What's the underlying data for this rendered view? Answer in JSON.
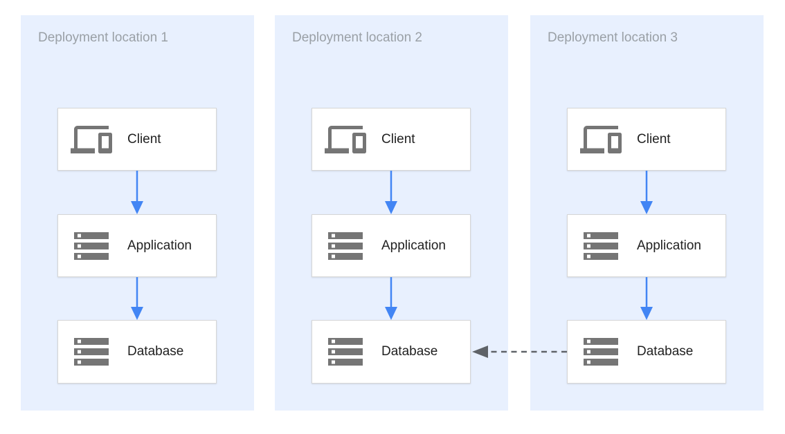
{
  "colors": {
    "canvas_bg": "#ffffff",
    "panel_bg": "#e8f0fe",
    "panel_title_gray": "#9aa0a6",
    "node_bg": "#ffffff",
    "node_border": "#d6d6d6",
    "node_label": "#212121",
    "icon_gray": "#757575",
    "arrow_blue": "#4285f4",
    "dashed_gray": "#5f6368"
  },
  "diagram_type": "deployment-architecture-diagram",
  "panels": [
    {
      "title": "Deployment location 1",
      "nodes": [
        {
          "label": "Client",
          "icon": "devices-icon"
        },
        {
          "label": "Application",
          "icon": "server-stack-icon"
        },
        {
          "label": "Database",
          "icon": "server-stack-icon"
        }
      ]
    },
    {
      "title": "Deployment location 2",
      "nodes": [
        {
          "label": "Client",
          "icon": "devices-icon"
        },
        {
          "label": "Application",
          "icon": "server-stack-icon"
        },
        {
          "label": "Database",
          "icon": "server-stack-icon"
        }
      ]
    },
    {
      "title": "Deployment location 3",
      "nodes": [
        {
          "label": "Client",
          "icon": "devices-icon"
        },
        {
          "label": "Application",
          "icon": "server-stack-icon"
        },
        {
          "label": "Database",
          "icon": "server-stack-icon"
        }
      ]
    }
  ],
  "connections": {
    "within_each_panel": [
      {
        "from": "Client",
        "to": "Application",
        "style": "solid-blue-arrow"
      },
      {
        "from": "Application",
        "to": "Database",
        "style": "solid-blue-arrow"
      }
    ],
    "cross_panel": [
      {
        "from": "Deployment location 3 / Database",
        "to": "Deployment location 2 / Database",
        "style": "dashed-gray-arrow"
      }
    ]
  }
}
